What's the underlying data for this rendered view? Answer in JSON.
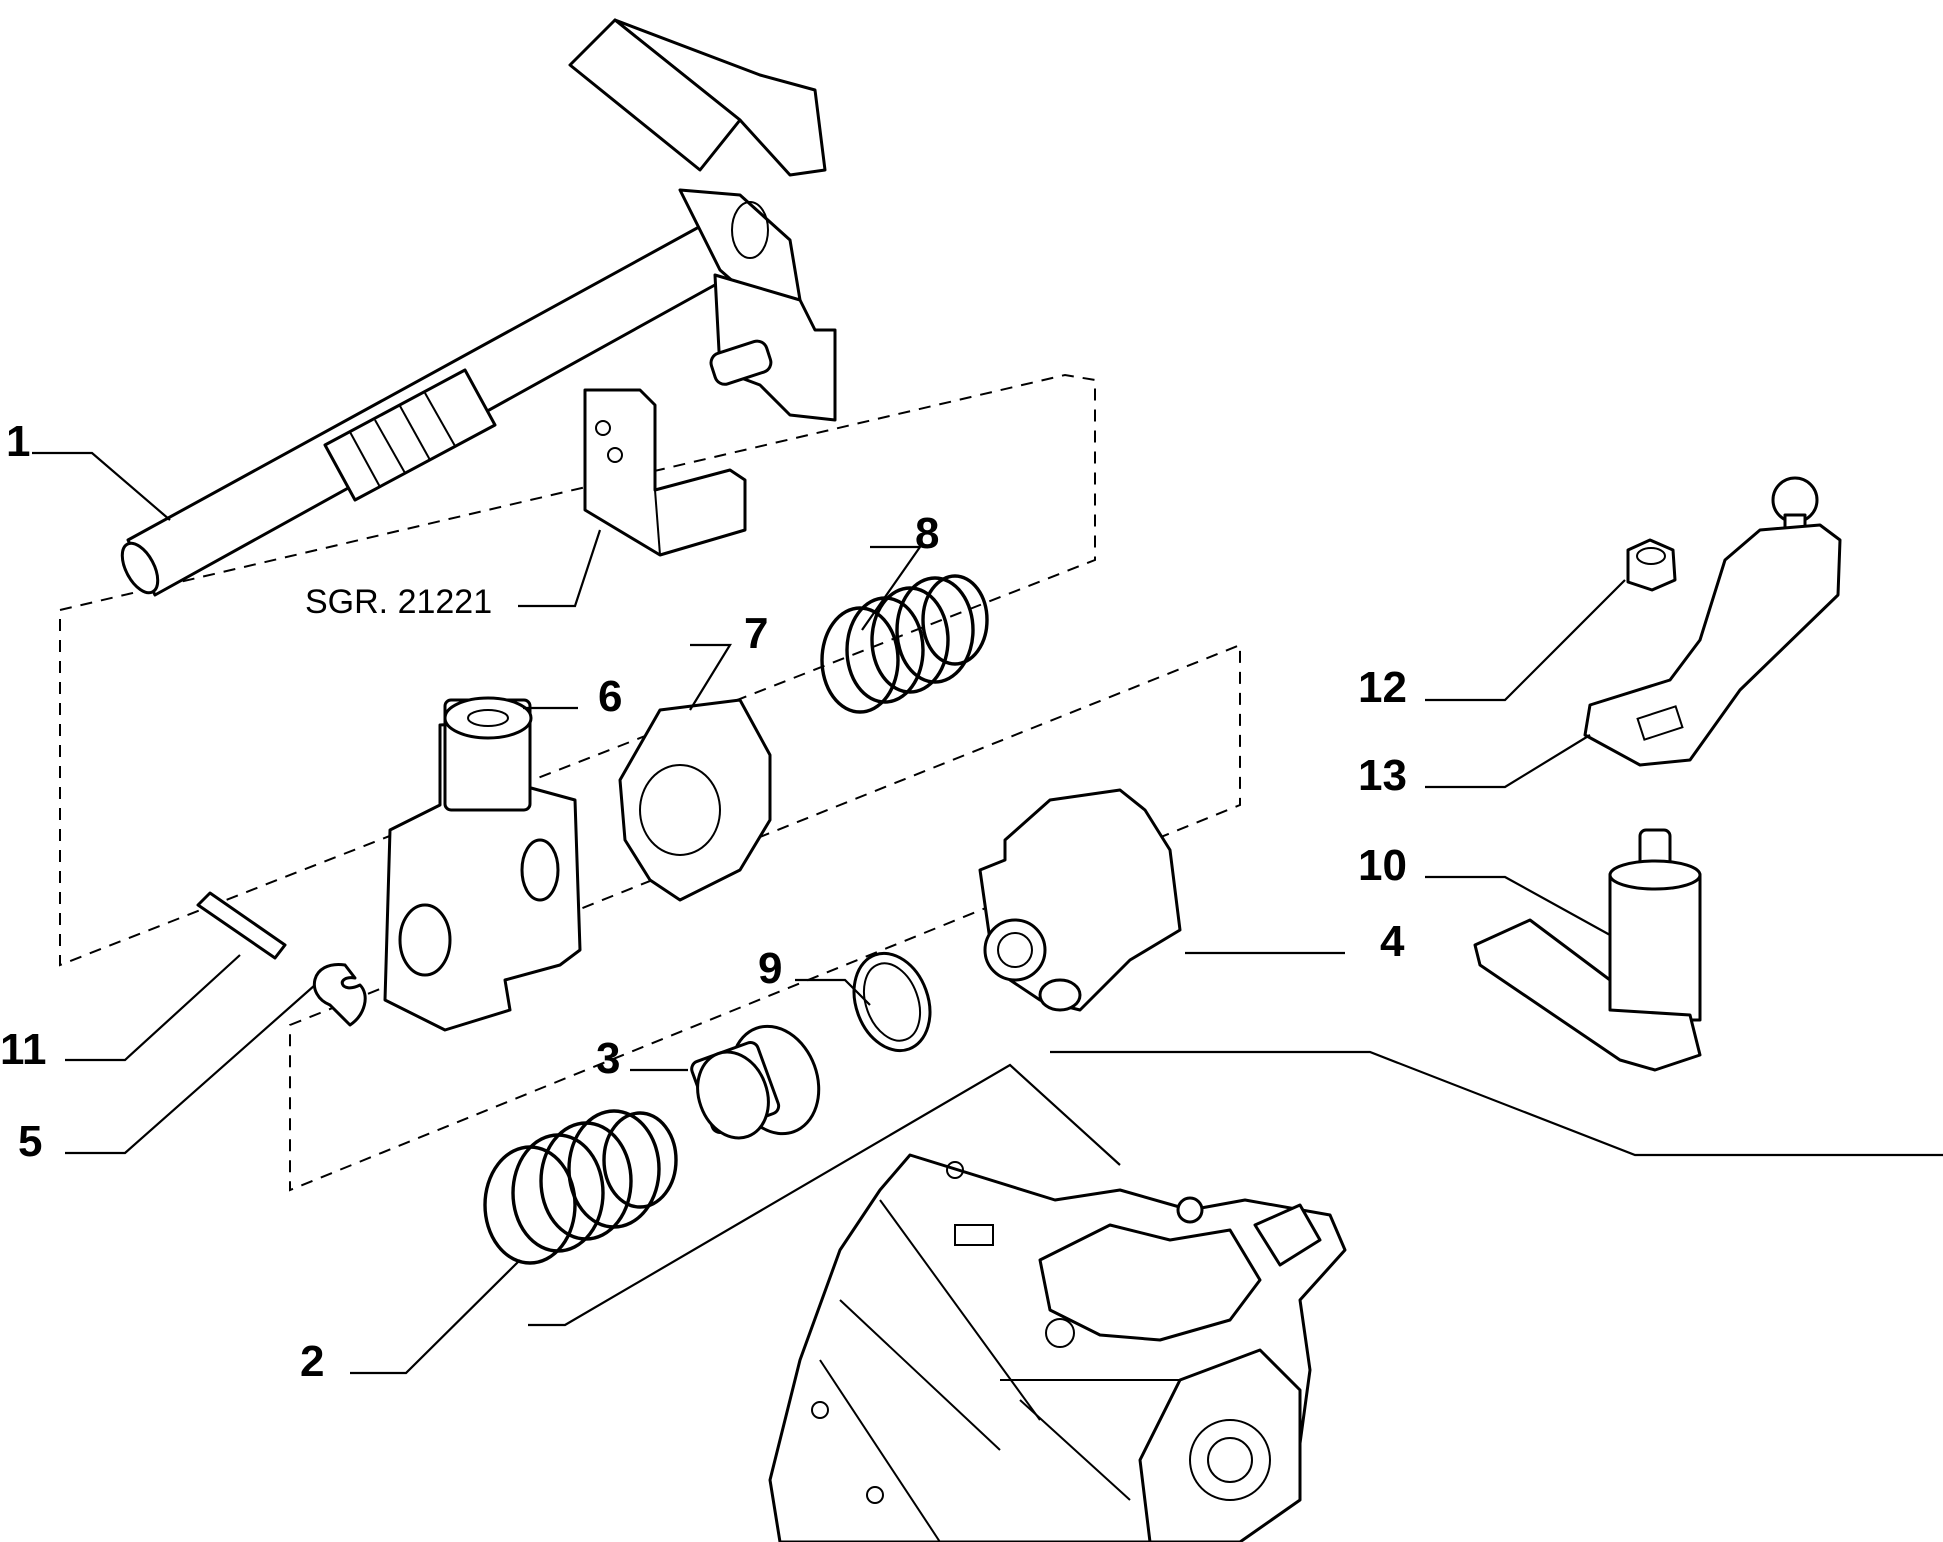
{
  "labels": {
    "p1": "1",
    "p2": "2",
    "p3": "3",
    "p4": "4",
    "p5": "5",
    "p6": "6",
    "p7": "7",
    "p8": "8",
    "p9": "9",
    "p10": "10",
    "p11": "11",
    "p12": "12",
    "p13": "13"
  },
  "reference": "SGR. 21221"
}
